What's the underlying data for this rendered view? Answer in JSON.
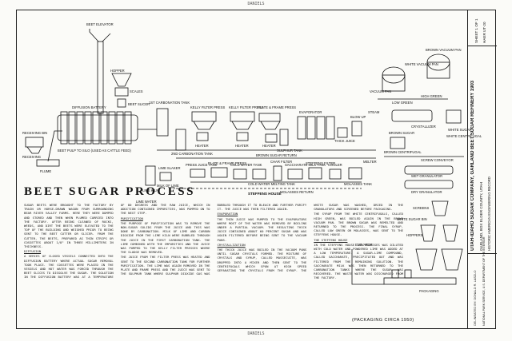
{
  "sheet": {
    "top_margin_text": "DANIELS",
    "bottom_margin_text": "DANIELS"
  },
  "diagram": {
    "labels": {
      "beet_elevator": "BEET ELEVATOR",
      "hopper": "HOPPER",
      "scales": "SCALES",
      "receiving_bin": "RECEIVING BIN",
      "diffusion_battery": "DIFFUSION BATTERY",
      "beet_pulp": "BEET PULP TO SILO (USED AS CATTLE FEED)",
      "flume": "FLUME",
      "beet_slicer": "BEET SLICER",
      "first_carbonation": "1ST CARBONATION TANK",
      "kelly_filter_press_1": "KELLY FILTER PRESS",
      "kelly_filter_press_2": "KELLY FILTER PRESS",
      "plate_frame_press": "PLATE & FRAME PRESS",
      "second_carbonation": "2ND CARBONATION TANK",
      "sulphur_tank": "SULPHUR TANK",
      "heater_1": "HEATER",
      "heater_2": "HEATER",
      "heater_3": "HEATER",
      "evaporator": "EVAPORATOR",
      "thick_juice": "THICK JUICE",
      "blow_up": "BLOW UP",
      "melter": "MELTER",
      "brown_sugar_return": "BROWN SUGAR RETURN",
      "lime_kiln": "LIME KILN",
      "lime_slaker": "LIME SLAKER",
      "milk_of_lime": "MILK OF LIME",
      "press_juice_tank": "PRESS JUICE TANK",
      "plate_frame_press_2": "PLATE & FRAME PRESS",
      "cold_water_tank": "COLD WATER TANK",
      "cold_water_melting": "COLD WATER MELTING TANK",
      "char_filter": "CHAR FILTER",
      "saccharate_milk": "SACCHARATE MILK TANK",
      "steffens_house": "STEFFENS HOUSE",
      "molasses_tank": "MOLASSES TANK",
      "steffens_filter": "STEFFENS FILTER",
      "cooler": "COOLER",
      "vacuum_pan": "VACUUM PAN",
      "brown_vacuum_pan": "BROWN VACUUM PAN",
      "white_vacuum_pan": "WHITE VACUUM PAN",
      "high_green": "HIGH GREEN",
      "low_green": "LOW GREEN",
      "crystallizer": "CRYSTALLIZER",
      "white_sugar": "WHITE SUGAR",
      "white_centrifugal": "WHITE CENTRIFUGAL",
      "brown_sugar": "BROWN SUGAR",
      "brown_centrifugal": "BROWN CENTRIFUGAL",
      "screw_conveyor": "SCREW CONVEYOR",
      "wet_granulator": "WET GRANULATOR",
      "dry_granulator": "DRY GRANULATOR",
      "screens": "SCREENS",
      "hoppers": "HOPPERS",
      "packaging": "PACKAGING",
      "elevator": "ELEVATOR",
      "white_sugar_bin": "WHITE SUGAR BIN",
      "lime_water": "LIME WATER",
      "steam": "STEAM",
      "molasses_return": "MOLASSES RETURN",
      "receiving_bin_2": "RECEIVING"
    }
  },
  "article": {
    "title": "BEET SUGAR PROCESS",
    "paragraphs": [
      "SUGAR BEETS WERE BROUGHT TO THE FACTORY BY TRAIN OR HORSE-DRAWN WAGON FROM SURROUNDING BEAR RIVER VALLEY FARMS. HERE THEY WERE DUMPED AND STORED AND THEN WHEN PLUMED CARRIED INTO THE FACTORY. AFTER BEING CLEANED OF ROCKS, WEEDS, AND DIRT THE BEETS WERE ELEVATED TO THE TOP OF THE BUILDING AND WEIGHED PRIOR TO BEING SENT TO THE BEET CUTTER OR SLICER. FROM THE CUTTER, THE BEETS, PREPARED AS THIN STRIPS OR COSSETTES ABOUT 1/8\" IN THREE MILLIMETERS IN THICKNESS.",
      "DIFFUSION",
      "A SERIES OF CLOSED VESSELS CONNECTED INTO THE DIFFUSION BATTERY WHERE ACTUAL SUGAR REMOVAL TOOK PLACE. THE COSSETTES WERE PLACED IN THE VESSELS AND HOT WATER WAS FORCED THROUGH THE BEET SLICES TO DISSOLVE THE SUGAR. THE SOLUTION IN THE DIFFUSION BATTERY WAS AT A TEMPERATURE OF 80 DEGREES AND THE RAW JUICE, WHICH IN ADDITION CONTAINED IMPURITIES, WAS PUMPED ON TO THE NEXT STEP.",
      "PURIFICATION",
      "THE PURPOSE OF PURIFICATION WAS TO REMOVE THE NON-SUGAR SOLIDS FROM THE JUICE AND THIS WAS DONE BY CARBONATION. MILK OF LIME AND CARBON DIOXIDE FROM THE LIME KILN WERE BUBBLED THROUGH THE JUICE IN THE FIRST CARBONATION TANK. THE LIME COMBINED WITH THE IMPURITIES AND THE JUICE WAS PUMPED TO THE KELLY FILTER PRESSES WHERE THE SLUDGE WAS REMOVED.",
      "THE JUICE FROM THE FILTER PRESS WAS HEATED AND SENT TO THE SECOND CARBONATION TANK FOR FURTHER PURIFICATION. THE LIME WAS AGAIN REMOVED IN THE PLATE AND FRAME PRESS AND THE JUICE WAS SENT TO THE SULPHUR TANK WHERE SULPHUR DIOXIDE GAS WAS BUBBLED THROUGH IT TO BLEACH AND FURTHER PURIFY IT. THE JUICE WAS THEN FILTERED AGAIN.",
      "EVAPORATION",
      "THE THIN JUICE WAS PUMPED TO THE EVAPORATORS WHERE MOST OF THE WATER WAS REMOVED BY BOILING UNDER A PARTIAL VACUUM. THE RESULTING THICK JUICE CONTAINED ABOUT 60 PERCENT SUGAR AND WAS AGAIN FILTERED BEFORE BEING SENT TO THE VACUUM PANS.",
      "CRYSTALLIZATION",
      "THE THICK JUICE WAS BOILED IN THE VACUUM PANS UNTIL SUGAR CRYSTALS FORMED. THE MIXTURE OF CRYSTALS AND SYRUP, CALLED MASSECUITE, WAS DROPPED INTO A MIXER AND THEN SENT TO THE CENTRIFUGALS WHICH SPUN AT HIGH SPEED SEPARATING THE CRYSTALS FROM THE SYRUP. THE WHITE SUGAR WAS WASHED, DRIED IN THE GRANULATORS AND SCREENED BEFORE PACKAGING.",
      "THE SYRUP FROM THE WHITE CENTRIFUGALS, CALLED HIGH GREEN, WAS BOILED AGAIN IN THE BROWN VACUUM PAN. THE BROWN SUGAR WAS REMELTED AND RETURNED TO THE PROCESS. THE FINAL SYRUP, CALLED LOW GREEN OR MOLASSES, WAS SENT TO THE STEFFENS HOUSE.",
      "THE STEFFENS HOUSE",
      "IN THE STEFFENS HOUSE THE MOLASSES WAS DILUTED WITH COLD WATER AND POWDERED LIME WAS ADDED AT A LOW TEMPERATURE. A SUGAR-LIME COMPOUND, CALLED SACCHARATE, PRECIPITATED OUT AND WAS FILTERED FROM THE REMAINING SOLUTION. THE SACCHARATE MILK WAS THEN RETURNED TO THE CARBONATION TANKS WHERE THE SUGAR WAS RECOVERED. THE WASTE WATER WAS DISCHARGED FROM THE FACTORY."
    ],
    "caption": "(PACKAGING CIRCA 1950)"
  },
  "title_block": {
    "company": "UTAH-IDAHO SUGAR COMPANY, GARLAND BEET SUGAR REFINERY 1903",
    "address": "GARLAND, BOX ELDER COUNTY, UTAH",
    "agency": "HISTORIC AMERICAN ENGINEERING RECORD",
    "survey_no": "HAER UT-20",
    "sheet_no": "SHEET 1 OF 1",
    "delineator": "DELINEATED BY: DONALD R. LASZLO",
    "dept": "NATIONAL PARK SERVICE, U.S. DEPARTMENT OF THE INTERIOR"
  }
}
